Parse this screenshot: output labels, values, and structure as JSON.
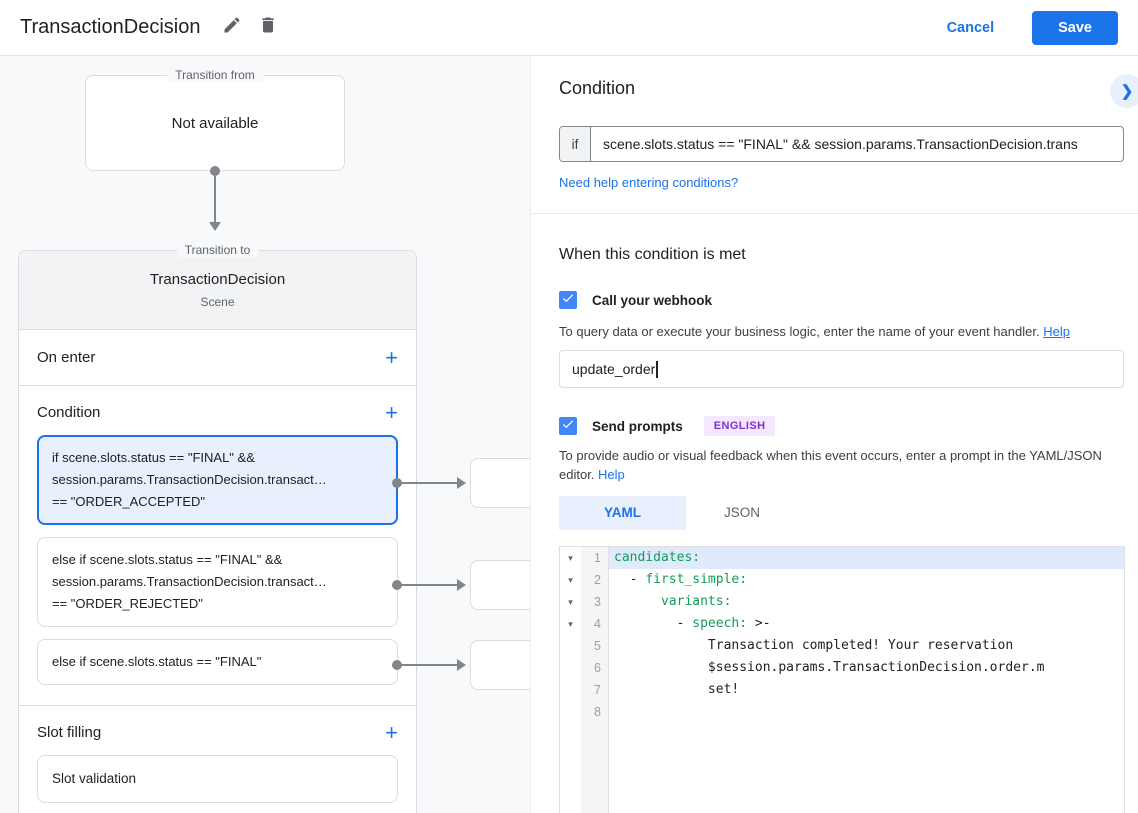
{
  "colors": {
    "accent_blue": "#1a73e8",
    "checkbox_blue": "#4285f4",
    "selected_card_bg": "#e8f0fe",
    "selected_card_border": "#1a73e8",
    "yaml_key_green": "#0f9d58",
    "badge_bg": "#f3e8fd",
    "badge_text": "#8430ce",
    "panel_bg": "#f8f9fa",
    "scene_header_bg": "#f1f3f4"
  },
  "icons": {
    "edit": "pencil-icon",
    "delete": "trash-icon",
    "add_glyph": "+",
    "chevron_glyph": "❯",
    "fold_glyph": "▾"
  },
  "header": {
    "title": "TransactionDecision",
    "cancel_label": "Cancel",
    "save_label": "Save"
  },
  "diagram": {
    "transition_from": {
      "legend": "Transition from",
      "content": "Not available"
    },
    "transition_to": {
      "legend": "Transition to",
      "title": "TransactionDecision",
      "subtitle": "Scene"
    },
    "on_enter": {
      "label": "On enter"
    },
    "condition_section": {
      "label": "Condition",
      "cards": [
        {
          "text": "if scene.slots.status == \"FINAL\" &&\nsession.params.TransactionDecision.transact…\n== \"ORDER_ACCEPTED\"",
          "selected": true
        },
        {
          "text": "else if scene.slots.status == \"FINAL\" &&\nsession.params.TransactionDecision.transact…\n== \"ORDER_REJECTED\"",
          "selected": false
        },
        {
          "text": "else if scene.slots.status == \"FINAL\"",
          "selected": false
        }
      ]
    },
    "slot_filling": {
      "label": "Slot filling",
      "card": "Slot validation"
    }
  },
  "panel": {
    "condition": {
      "heading": "Condition",
      "if_label": "if",
      "expression": "scene.slots.status == \"FINAL\" && session.params.TransactionDecision.trans",
      "help_link": "Need help entering conditions?"
    },
    "when_met": {
      "heading": "When this condition is met",
      "webhook": {
        "label": "Call your webhook",
        "helper": "To query data or execute your business logic, enter the name of your event handler.",
        "help_link": "Help",
        "value": "update_order"
      },
      "prompts": {
        "label": "Send prompts",
        "badge": "ENGLISH",
        "helper": "To provide audio or visual feedback when this event occurs, enter a prompt in the YAML/JSON editor.",
        "help_link": "Help"
      },
      "tabs": [
        {
          "label": "YAML",
          "active": true
        },
        {
          "label": "JSON",
          "active": false
        }
      ]
    },
    "editor": {
      "line_numbers": [
        "1",
        "2",
        "3",
        "4",
        "5",
        "6",
        "7",
        "8"
      ],
      "lines": [
        {
          "segments": [
            {
              "type": "key",
              "text": "candidates:"
            }
          ]
        },
        {
          "segments": [
            {
              "type": "plain",
              "text": "  - "
            },
            {
              "type": "key",
              "text": "first_simple:"
            }
          ]
        },
        {
          "segments": [
            {
              "type": "plain",
              "text": "      "
            },
            {
              "type": "key",
              "text": "variants:"
            }
          ]
        },
        {
          "segments": [
            {
              "type": "plain",
              "text": "        - "
            },
            {
              "type": "key",
              "text": "speech:"
            },
            {
              "type": "plain",
              "text": " >-"
            }
          ]
        },
        {
          "segments": [
            {
              "type": "plain",
              "text": "            Transaction completed! Your reservation"
            }
          ]
        },
        {
          "segments": [
            {
              "type": "plain",
              "text": "            $session.params.TransactionDecision.order.m"
            }
          ]
        },
        {
          "segments": [
            {
              "type": "plain",
              "text": "            set!"
            }
          ]
        },
        {
          "segments": []
        }
      ]
    }
  }
}
